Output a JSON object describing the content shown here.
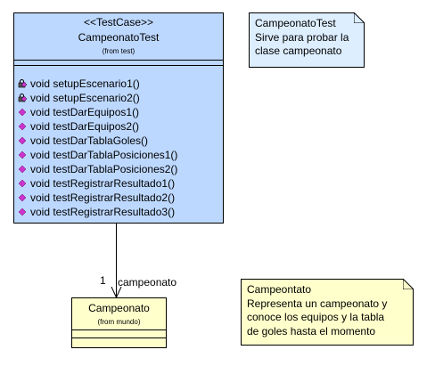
{
  "test_class": {
    "stereotype": "<<TestCase>>",
    "name": "CampeonatoTest",
    "package": "(from test)",
    "operations": [
      {
        "text": "void setupEscenario1()",
        "icon": "lock-diamond-icon"
      },
      {
        "text": "void setupEscenario2()",
        "icon": "lock-diamond-icon"
      },
      {
        "text": "void testDarEquipos1()",
        "icon": "diamond-icon"
      },
      {
        "text": "void testDarEquipos2()",
        "icon": "diamond-icon"
      },
      {
        "text": "void testDarTablaGoles()",
        "icon": "diamond-icon"
      },
      {
        "text": "void testDarTablaPosiciones1()",
        "icon": "diamond-icon"
      },
      {
        "text": "void testDarTablaPosiciones2()",
        "icon": "diamond-icon"
      },
      {
        "text": "void testRegistrarResultado1()",
        "icon": "diamond-icon"
      },
      {
        "text": "void testRegistrarResultado2()",
        "icon": "diamond-icon"
      },
      {
        "text": "void testRegistrarResultado3()",
        "icon": "diamond-icon"
      }
    ]
  },
  "target_class": {
    "name": "Campeonato",
    "package": "(from mundo)"
  },
  "association": {
    "multiplicity": "1",
    "role": "campeonato"
  },
  "notes": {
    "test_note": [
      "CampeonatoTest",
      "Sirve para probar la",
      "clase campeonato"
    ],
    "campeonato_note": [
      "Campeontato",
      "Representa un campeonato y",
      "conoce los equipos y la tabla",
      "de goles hasta el momento"
    ]
  },
  "colors": {
    "test_class_fill": "#bdd8ff",
    "target_class_fill": "#ffffcc",
    "test_note_fill": "#ddeeff",
    "camp_note_fill": "#ffffcc",
    "operation_icon": "#cc33cc"
  }
}
